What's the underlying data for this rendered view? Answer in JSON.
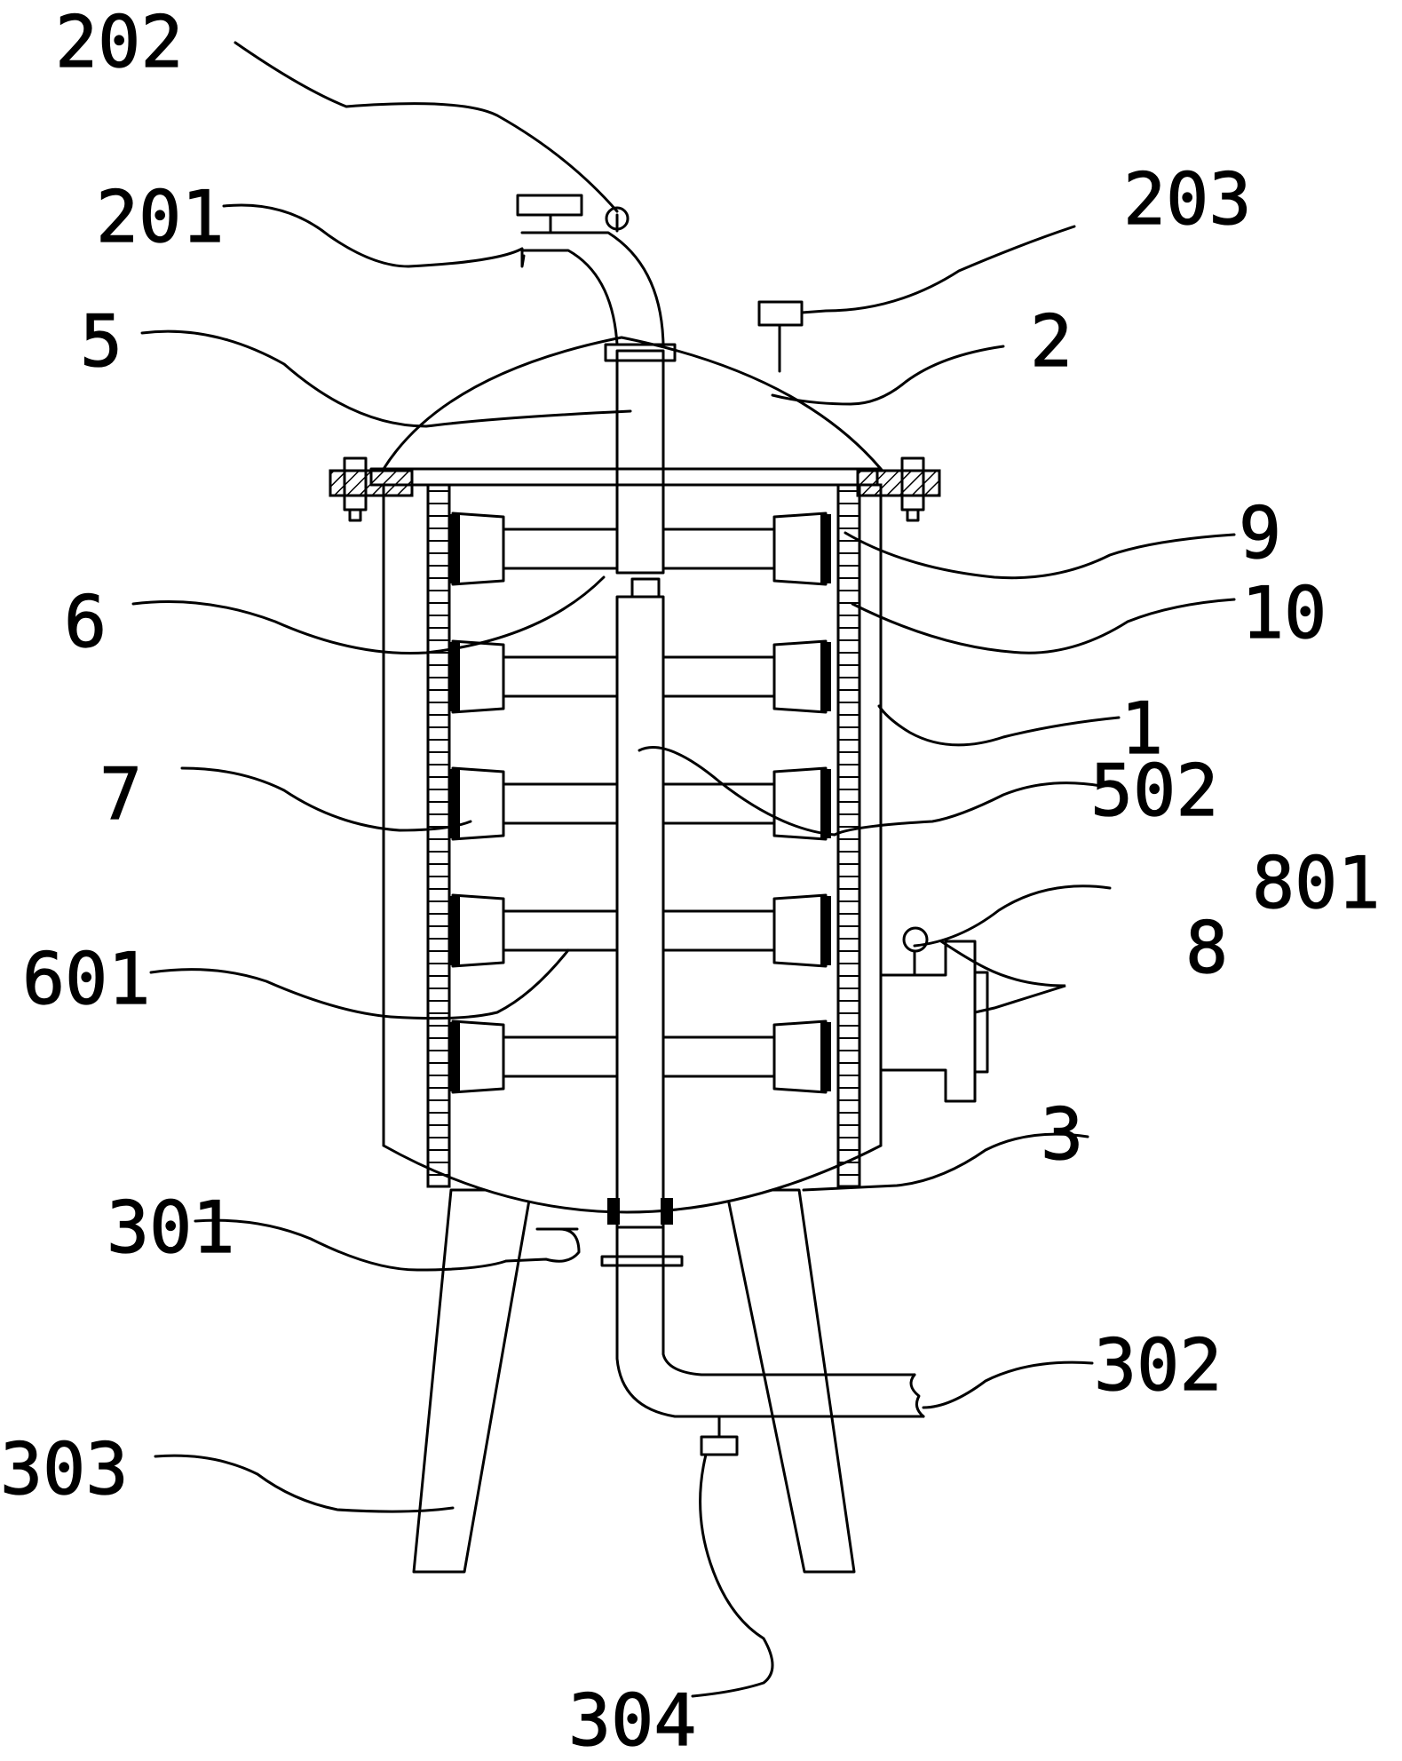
{
  "labels": {
    "l202": "202",
    "l201": "201",
    "l203": "203",
    "l5": "5",
    "l2": "2",
    "l9": "9",
    "l6": "6",
    "l10": "10",
    "l1": "1",
    "l7": "7",
    "l502": "502",
    "l801": "801",
    "l601": "601",
    "l8": "8",
    "l3": "3",
    "l301": "301",
    "l302": "302",
    "l303": "303",
    "l304": "304"
  }
}
